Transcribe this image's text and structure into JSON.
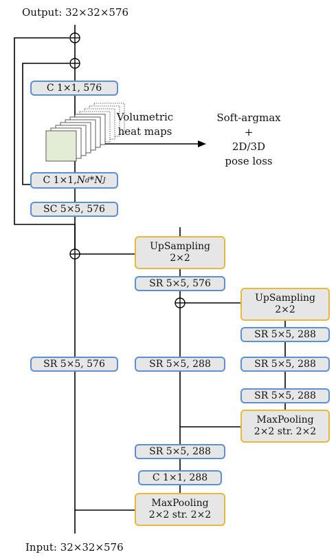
{
  "output_label": "Output: 32×32×576",
  "input_label": "Input: 32×32×576",
  "heatmap_label": {
    "line1": "Volumetric",
    "line2": "heat maps"
  },
  "loss_label": {
    "line1": "Soft-argmax",
    "line2": "+",
    "line3": "2D/3D",
    "line4": "pose loss"
  },
  "blocks": {
    "c1x1_576": "C 1×1, 576",
    "c1x1_nd_nj_prefix": "C 1×1, ",
    "nd": "N",
    "nd_sub": "d",
    "star": "*",
    "nj": "N",
    "nj_sub": "J",
    "sc_5x5_576": "SC 5×5, 576",
    "upsampling_a": {
      "line1": "UpSampling",
      "line2": "2×2"
    },
    "sr_5x5_576_a": "SR 5×5, 576",
    "upsampling_b": {
      "line1": "UpSampling",
      "line2": "2×2"
    },
    "sr_5x5_288_r1": "SR 5×5, 288",
    "sr_5x5_576_left": "SR 5×5, 576",
    "sr_5x5_288_mid": "SR 5×5, 288",
    "sr_5x5_288_r2": "SR 5×5, 288",
    "sr_5x5_288_r3": "SR 5×5, 288",
    "maxpool_right": {
      "line1": "MaxPooling",
      "line2": "2×2 str. 2×2"
    },
    "sr_5x5_288_low": "SR 5×5, 288",
    "c1x1_288": "C 1×1, 288",
    "maxpool_bottom": {
      "line1": "MaxPooling",
      "line2": "2×2 str. 2×2"
    }
  },
  "colors": {
    "conv_border": "#5b8fd6",
    "pool_border": "#e8b83a",
    "box_fill": "#e6e6e6",
    "line": "#000000"
  }
}
